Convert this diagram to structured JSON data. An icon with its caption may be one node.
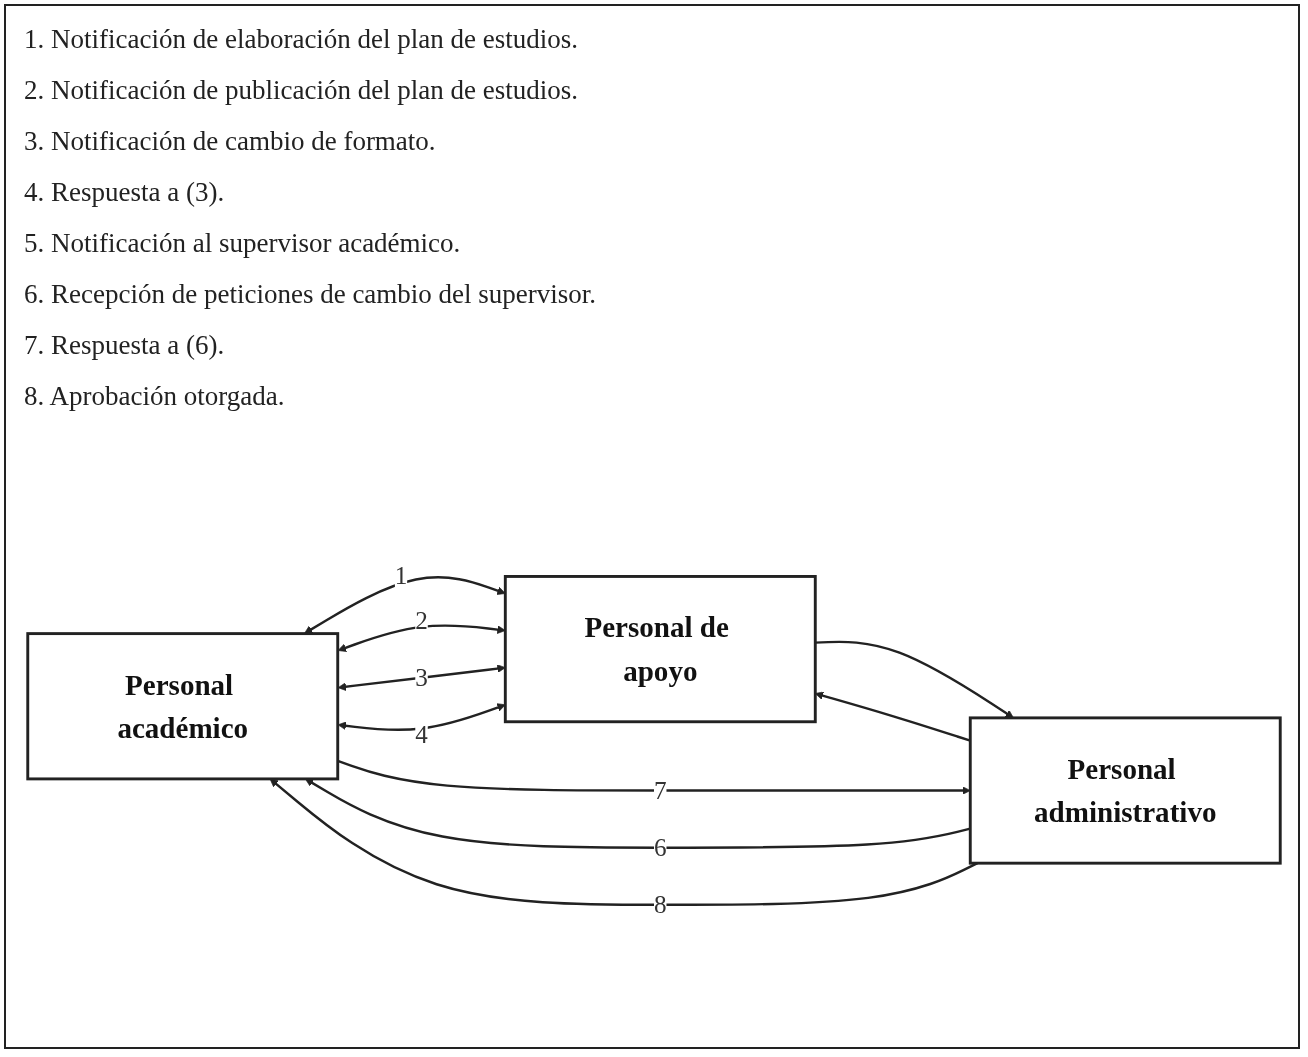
{
  "diagram": {
    "nodes": [
      {
        "text": [
          "Personal académico"
        ]
      },
      {
        "text": [
          "Personal de apoyo"
        ]
      },
      {
        "text": [
          "Personal administrativo"
        ]
      }
    ],
    "edges": [
      {
        "from": 0,
        "to": 1,
        "arrow": "both",
        "label": "1"
      },
      {
        "from": 0,
        "to": 1,
        "arrow": "both",
        "label": "2"
      },
      {
        "from": 0,
        "to": 1,
        "arrow": "both",
        "label": "3"
      },
      {
        "from": 0,
        "to": 1,
        "arrow": "both",
        "label": "4"
      },
      {
        "from": 2,
        "to": 0,
        "arrow": "to",
        "label": "6"
      },
      {
        "from": 0,
        "to": 2,
        "arrow": "to",
        "label": "7"
      },
      {
        "from": 2,
        "to": 0,
        "arrow": "to",
        "label": "8"
      },
      {
        "from": 2,
        "to": 1,
        "arrow": "to"
      },
      {
        "from": 1,
        "to": 2,
        "arrow": "to"
      }
    ],
    "labels": [
      "1. Notificación de elaboración del plan de estudios.",
      "2. Notificación de publicación del plan de estudios.",
      "3. Notificación de cambio de formato.",
      "4. Respuesta a (3).",
      "5. Notificación al supervisor académico.",
      "6. Recepción de peticiones de cambio del supervisor.",
      "7. Respuesta a (6).",
      "8. Aprobación otorgada."
    ]
  }
}
